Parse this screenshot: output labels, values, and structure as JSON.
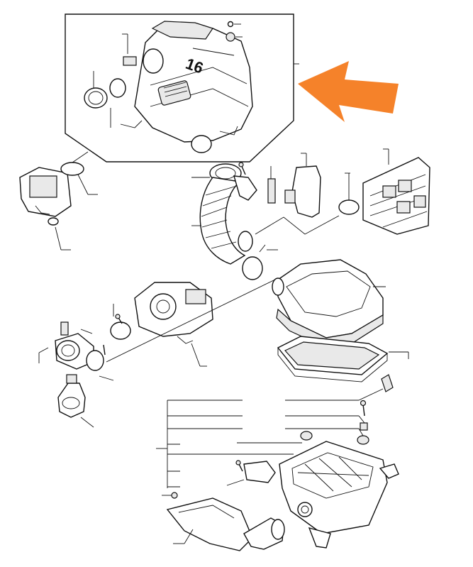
{
  "diagram": {
    "kind": "exploded-parts-view",
    "highlight_color": "#F5822A",
    "line_color": "#111111",
    "callout_marker": "orange-arrow-pointing-left",
    "cover_emblem_text": "16",
    "parts": [
      "engine-cover",
      "air-intake-hose",
      "mass-airflow-sensor",
      "turbo-unit",
      "air-filter-housing-lid",
      "air-filter-element",
      "air-filter-housing-base",
      "intake-duct",
      "resonator",
      "hose-clamps",
      "fasteners"
    ]
  }
}
